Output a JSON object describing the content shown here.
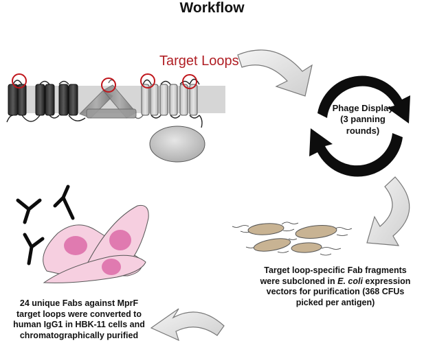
{
  "title": "Workflow",
  "target_loops_label": "Target Loops",
  "phage_display": {
    "line1": "Phage Display",
    "line2": "(3 panning",
    "line3": "rounds)"
  },
  "fab_caption": {
    "line1": "Target loop-specific Fab fragments",
    "line2_a": "were subcloned in ",
    "line2_em": "E. coli",
    "line2_b": " expression",
    "line3": "vectors for purification (368 CFUs",
    "line4": "picked per antigen)"
  },
  "final_caption": {
    "line1": "24 unique Fabs against MprF",
    "line2": "target loops were converted to",
    "line3": "human IgG1 in HBK-11 cells and",
    "line4": "chromatographically purified"
  },
  "colors": {
    "loop_circle": "#c0161c",
    "membrane": "#d6d6d6",
    "cell_fill": "#f6cfe0",
    "nucleus": "#e07ab0",
    "bacteria": "#c8b393",
    "arrow_fill": "#e4e4e4"
  }
}
